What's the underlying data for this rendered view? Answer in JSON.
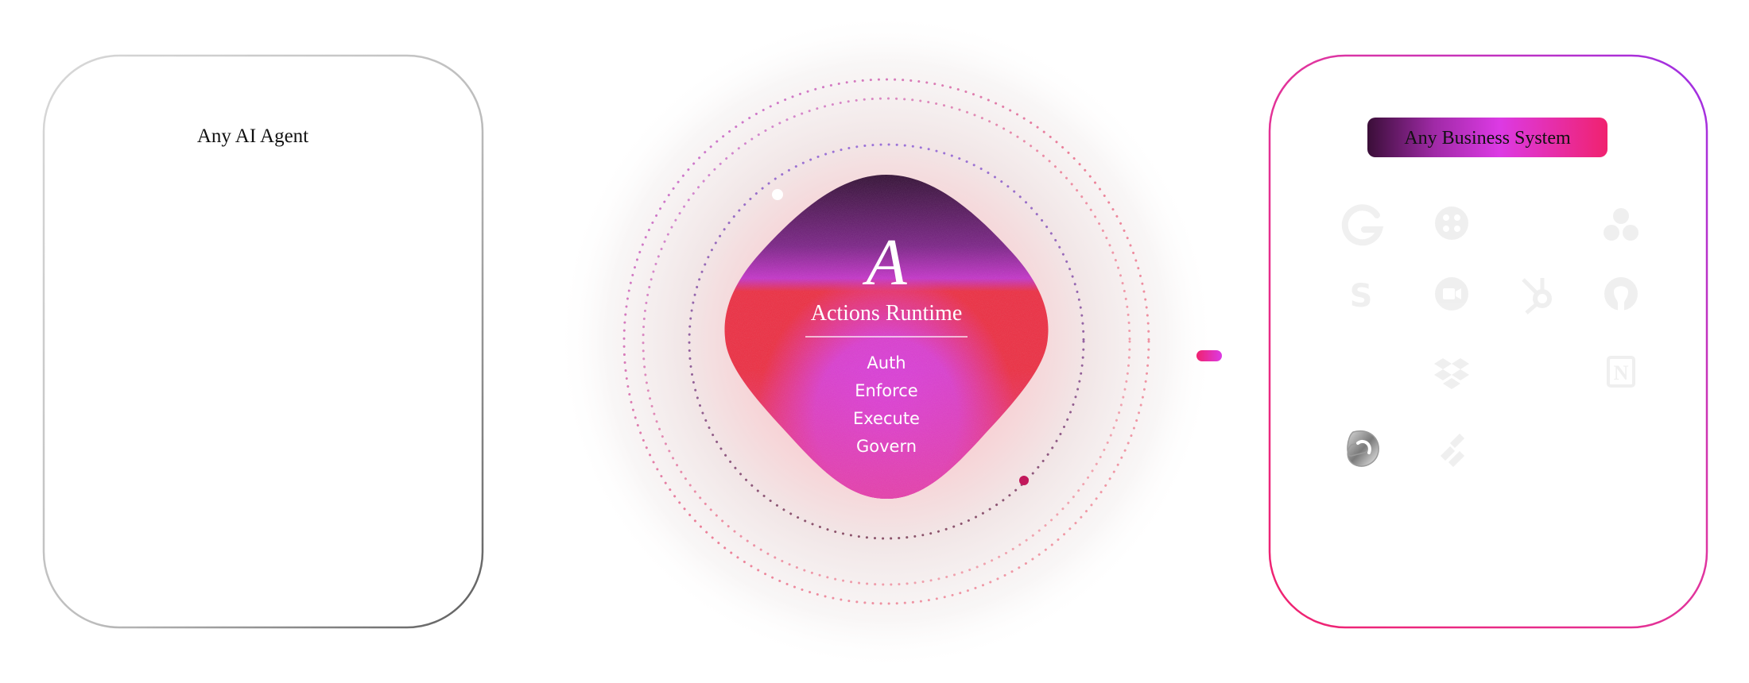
{
  "left_panel": {
    "title": "Any AI Agent"
  },
  "center": {
    "logo_glyph": "A",
    "title": "Actions Runtime",
    "capabilities": [
      "Auth",
      "Enforce",
      "Execute",
      "Govern"
    ]
  },
  "right_panel": {
    "title": "Any Business System",
    "integrations": [
      {
        "name": "google",
        "icon": "google-icon"
      },
      {
        "name": "twilio",
        "icon": "twilio-icon"
      },
      {
        "name": "asana",
        "icon": "asana-icon"
      },
      {
        "name": "stripe",
        "icon": "stripe-icon"
      },
      {
        "name": "meeting",
        "icon": "video-call-icon"
      },
      {
        "name": "hubspot",
        "icon": "hubspot-icon"
      },
      {
        "name": "github",
        "icon": "github-icon"
      },
      {
        "name": "dropbox",
        "icon": "dropbox-icon"
      },
      {
        "name": "notion",
        "icon": "notion-icon"
      },
      {
        "name": "knot",
        "icon": "knot-logo-icon"
      },
      {
        "name": "clickup",
        "icon": "clickup-icon"
      }
    ]
  },
  "colors": {
    "magenta": "#dc3ae4",
    "pink": "#f0226f",
    "red": "#ee2a3f",
    "deep_purple": "#3a0e38",
    "violet": "#9e2fe6"
  }
}
